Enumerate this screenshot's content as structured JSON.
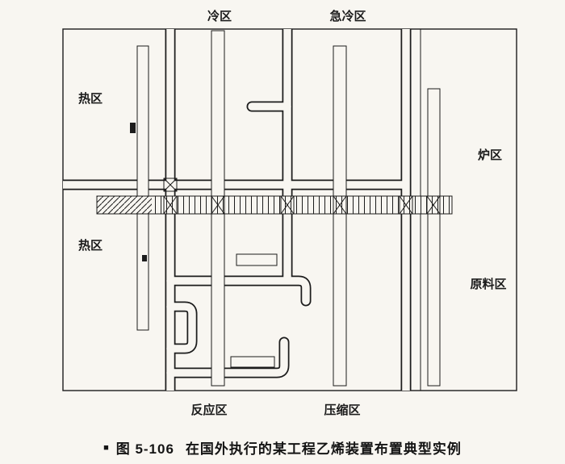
{
  "page": {
    "background": "#f8f6f1",
    "ink": "#1c1c1c"
  },
  "diagram": {
    "labels": {
      "cold": "冷区",
      "quench": "急冷区",
      "hot_upper": "热区",
      "hot_lower": "热区",
      "furnace": "炉区",
      "raw_material": "原料区",
      "reaction": "反应区",
      "compression": "压缩区"
    }
  },
  "caption": {
    "bullet": "■",
    "figure_number": "图 5-106",
    "title": "在国外执行的某工程乙烯装置布置典型实例"
  }
}
